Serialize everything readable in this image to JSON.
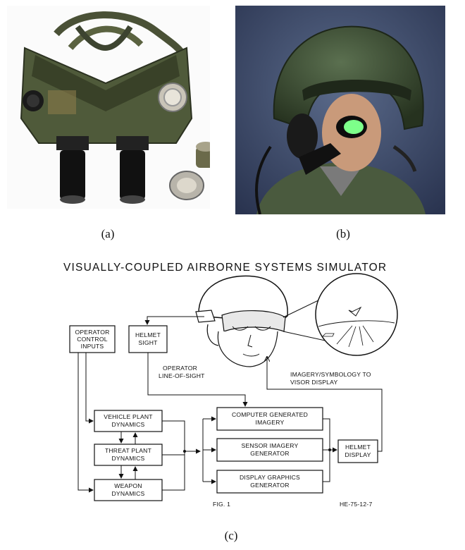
{
  "captions": {
    "a": "(a)",
    "b": "(b)",
    "c": "(c)"
  },
  "photos": {
    "a_icon": "night-vision-goggles-photo",
    "b_icon": "helmet-mounted-display-photo"
  },
  "diagram": {
    "title": "VISUALLY-COUPLED AIRBORNE SYSTEMS SIMULATOR",
    "boxes": {
      "operator_control_inputs": [
        "OPERATOR",
        "CONTROL",
        "INPUTS"
      ],
      "helmet_sight": [
        "HELMET",
        "SIGHT"
      ],
      "vehicle_plant_dynamics": [
        "VEHICLE PLANT",
        "DYNAMICS"
      ],
      "threat_plant_dynamics": [
        "THREAT PLANT",
        "DYNAMICS"
      ],
      "weapon_dynamics": [
        "WEAPON",
        "DYNAMICS"
      ],
      "computer_generated_imagery": [
        "COMPUTER GENERATED",
        "IMAGERY"
      ],
      "sensor_imagery_generator": [
        "SENSOR IMAGERY",
        "GENERATOR"
      ],
      "display_graphics_generator": [
        "DISPLAY GRAPHICS",
        "GENERATOR"
      ],
      "helmet_display": [
        "HELMET",
        "DISPLAY"
      ]
    },
    "labels": {
      "operator_los": [
        "OPERATOR",
        "LINE-OF-SIGHT"
      ],
      "imagery_symbology": [
        "IMAGERY/SYMBOLOGY TO",
        "VISOR DISPLAY"
      ],
      "fig": "FIG. 1",
      "ref": "HE-75-12-7"
    }
  },
  "colors": {
    "helmet_green": "#3f5437",
    "goggle_olive": "#4d5537",
    "photo_backdrop": "#3b4a6a",
    "display_glow": "#7dff8a"
  }
}
